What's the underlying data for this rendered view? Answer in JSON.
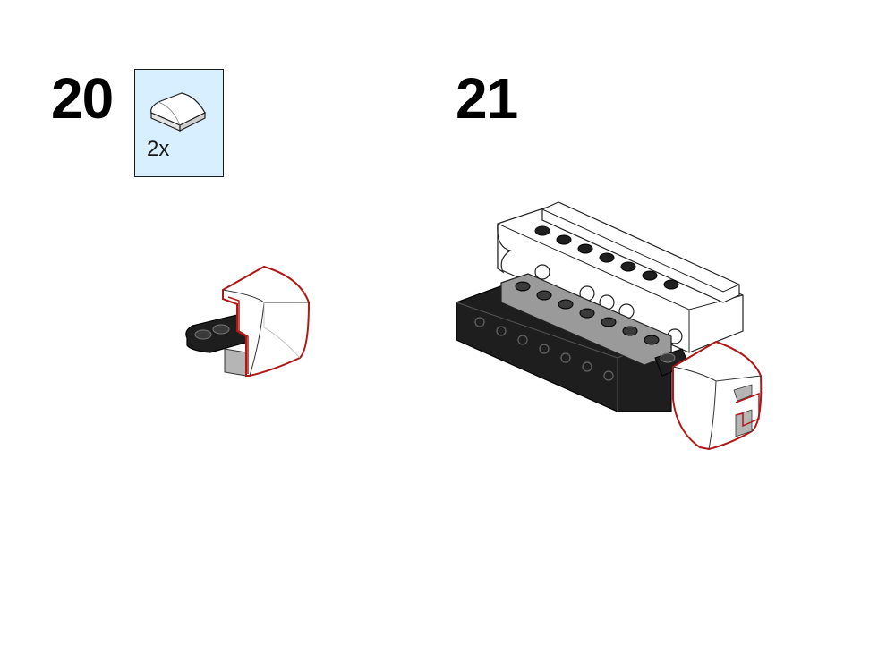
{
  "steps": [
    {
      "number": "20",
      "parts": [
        {
          "name": "curved-slope-tile-white",
          "quantity": "2x",
          "color": "#ffffff"
        }
      ]
    },
    {
      "number": "21",
      "parts": []
    }
  ],
  "colors": {
    "callout_background": "#d8efff",
    "highlight_outline": "#b01818",
    "black_part": "#1e1e1e",
    "gray_part": "#9a9a9a",
    "white_part": "#ffffff"
  }
}
